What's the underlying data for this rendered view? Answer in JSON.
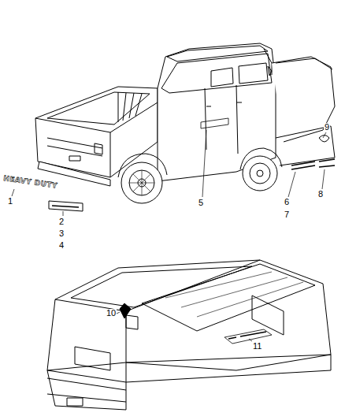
{
  "diagram": {
    "labels": [
      "HEAVY DUTY",
      "1",
      "2",
      "3",
      "4",
      "5",
      "6",
      "7",
      "8",
      "9",
      "10",
      "11"
    ]
  }
}
